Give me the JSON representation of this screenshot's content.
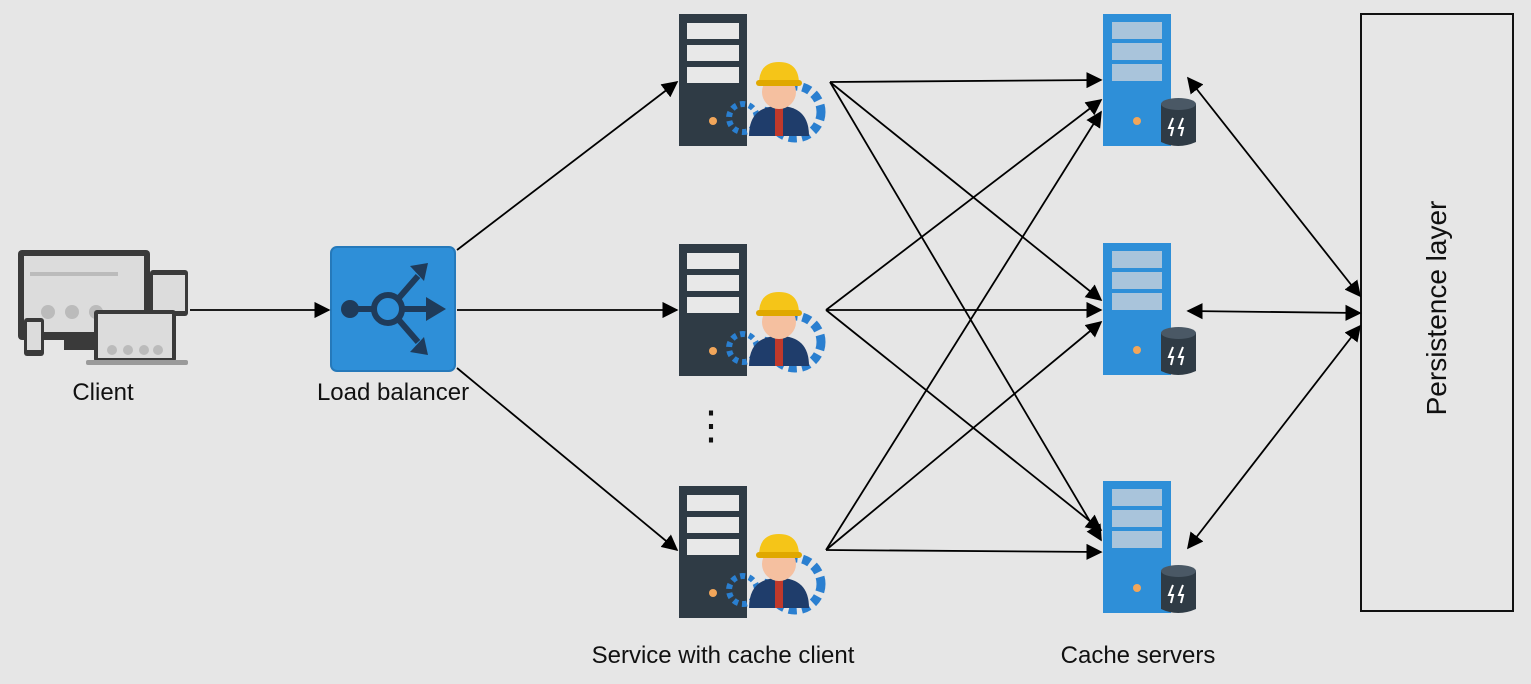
{
  "labels": {
    "client": "Client",
    "load_balancer": "Load balancer",
    "service": "Service with cache client",
    "cache_servers": "Cache servers",
    "persistence": "Persistence layer",
    "ellipsis": "⋮"
  },
  "colors": {
    "background": "#e6e6e6",
    "arrow": "#000000",
    "load_balancer": "#2e8fd8",
    "server_dark": "#2f3b45",
    "cache_blue": "#2e8fd8",
    "helmet": "#f5c518",
    "gear": "#2a7fd0"
  },
  "icons": {
    "client": "multi-device-icon",
    "load_balancer": "load-balancer-icon",
    "service": "server-with-engineer-icon",
    "cache": "cache-server-icon"
  }
}
